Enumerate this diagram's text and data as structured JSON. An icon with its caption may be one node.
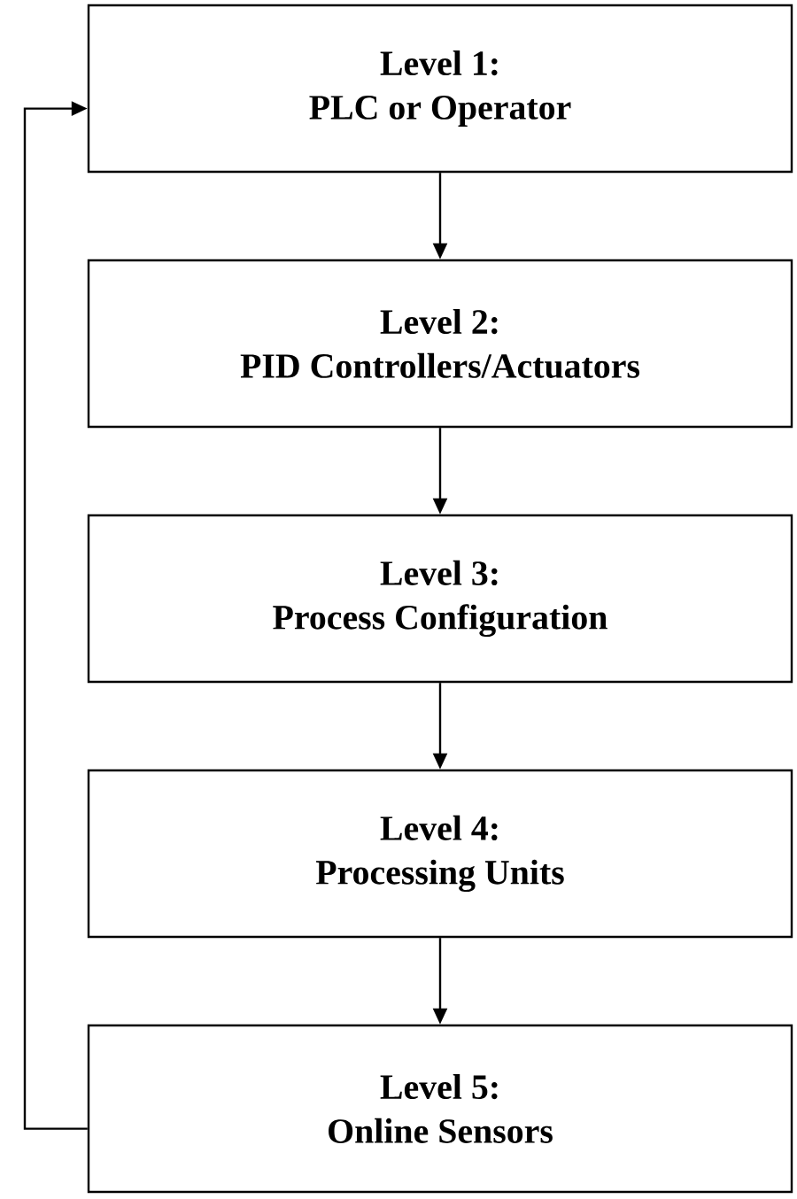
{
  "diagram": {
    "nodes": [
      {
        "text": [
          "Level 1:",
          "PLC or Operator"
        ]
      },
      {
        "text": [
          "Level 2:",
          "PID Controllers/Actuators"
        ]
      },
      {
        "text": [
          "Level 3:",
          "Process Configuration"
        ]
      },
      {
        "text": [
          "Level 4:",
          "Processing Units"
        ]
      },
      {
        "text": [
          "Level 5:",
          "Online Sensors"
        ]
      }
    ],
    "edges": [
      {
        "from": 0,
        "to": 1,
        "arrow": "to"
      },
      {
        "from": 1,
        "to": 2,
        "arrow": "to"
      },
      {
        "from": 2,
        "to": 3,
        "arrow": "to"
      },
      {
        "from": 3,
        "to": 4,
        "arrow": "to"
      },
      {
        "from": 4,
        "to": 0,
        "arrow": "to"
      }
    ]
  }
}
